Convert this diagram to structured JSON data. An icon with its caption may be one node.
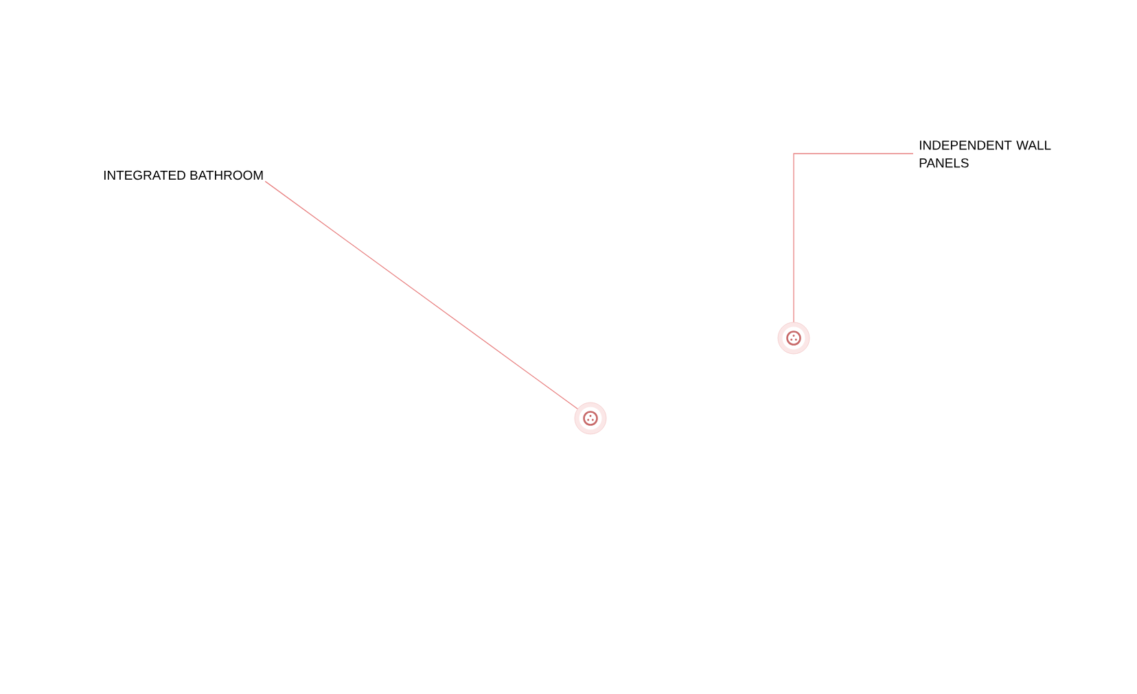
{
  "diagram": {
    "nodes": [
      {
        "text": [
          "INTEGRATED BATHROOM"
        ]
      },
      {
        "text": [
          "INDEPENDENT WALL PANELS"
        ]
      },
      {
        "text": [],
        "shape": "circle"
      },
      {
        "text": [],
        "shape": "circle"
      }
    ],
    "edges": [
      {
        "from": 0,
        "to": 2,
        "arrow": "none"
      },
      {
        "from": 1,
        "to": 3,
        "arrow": "none"
      }
    ]
  }
}
